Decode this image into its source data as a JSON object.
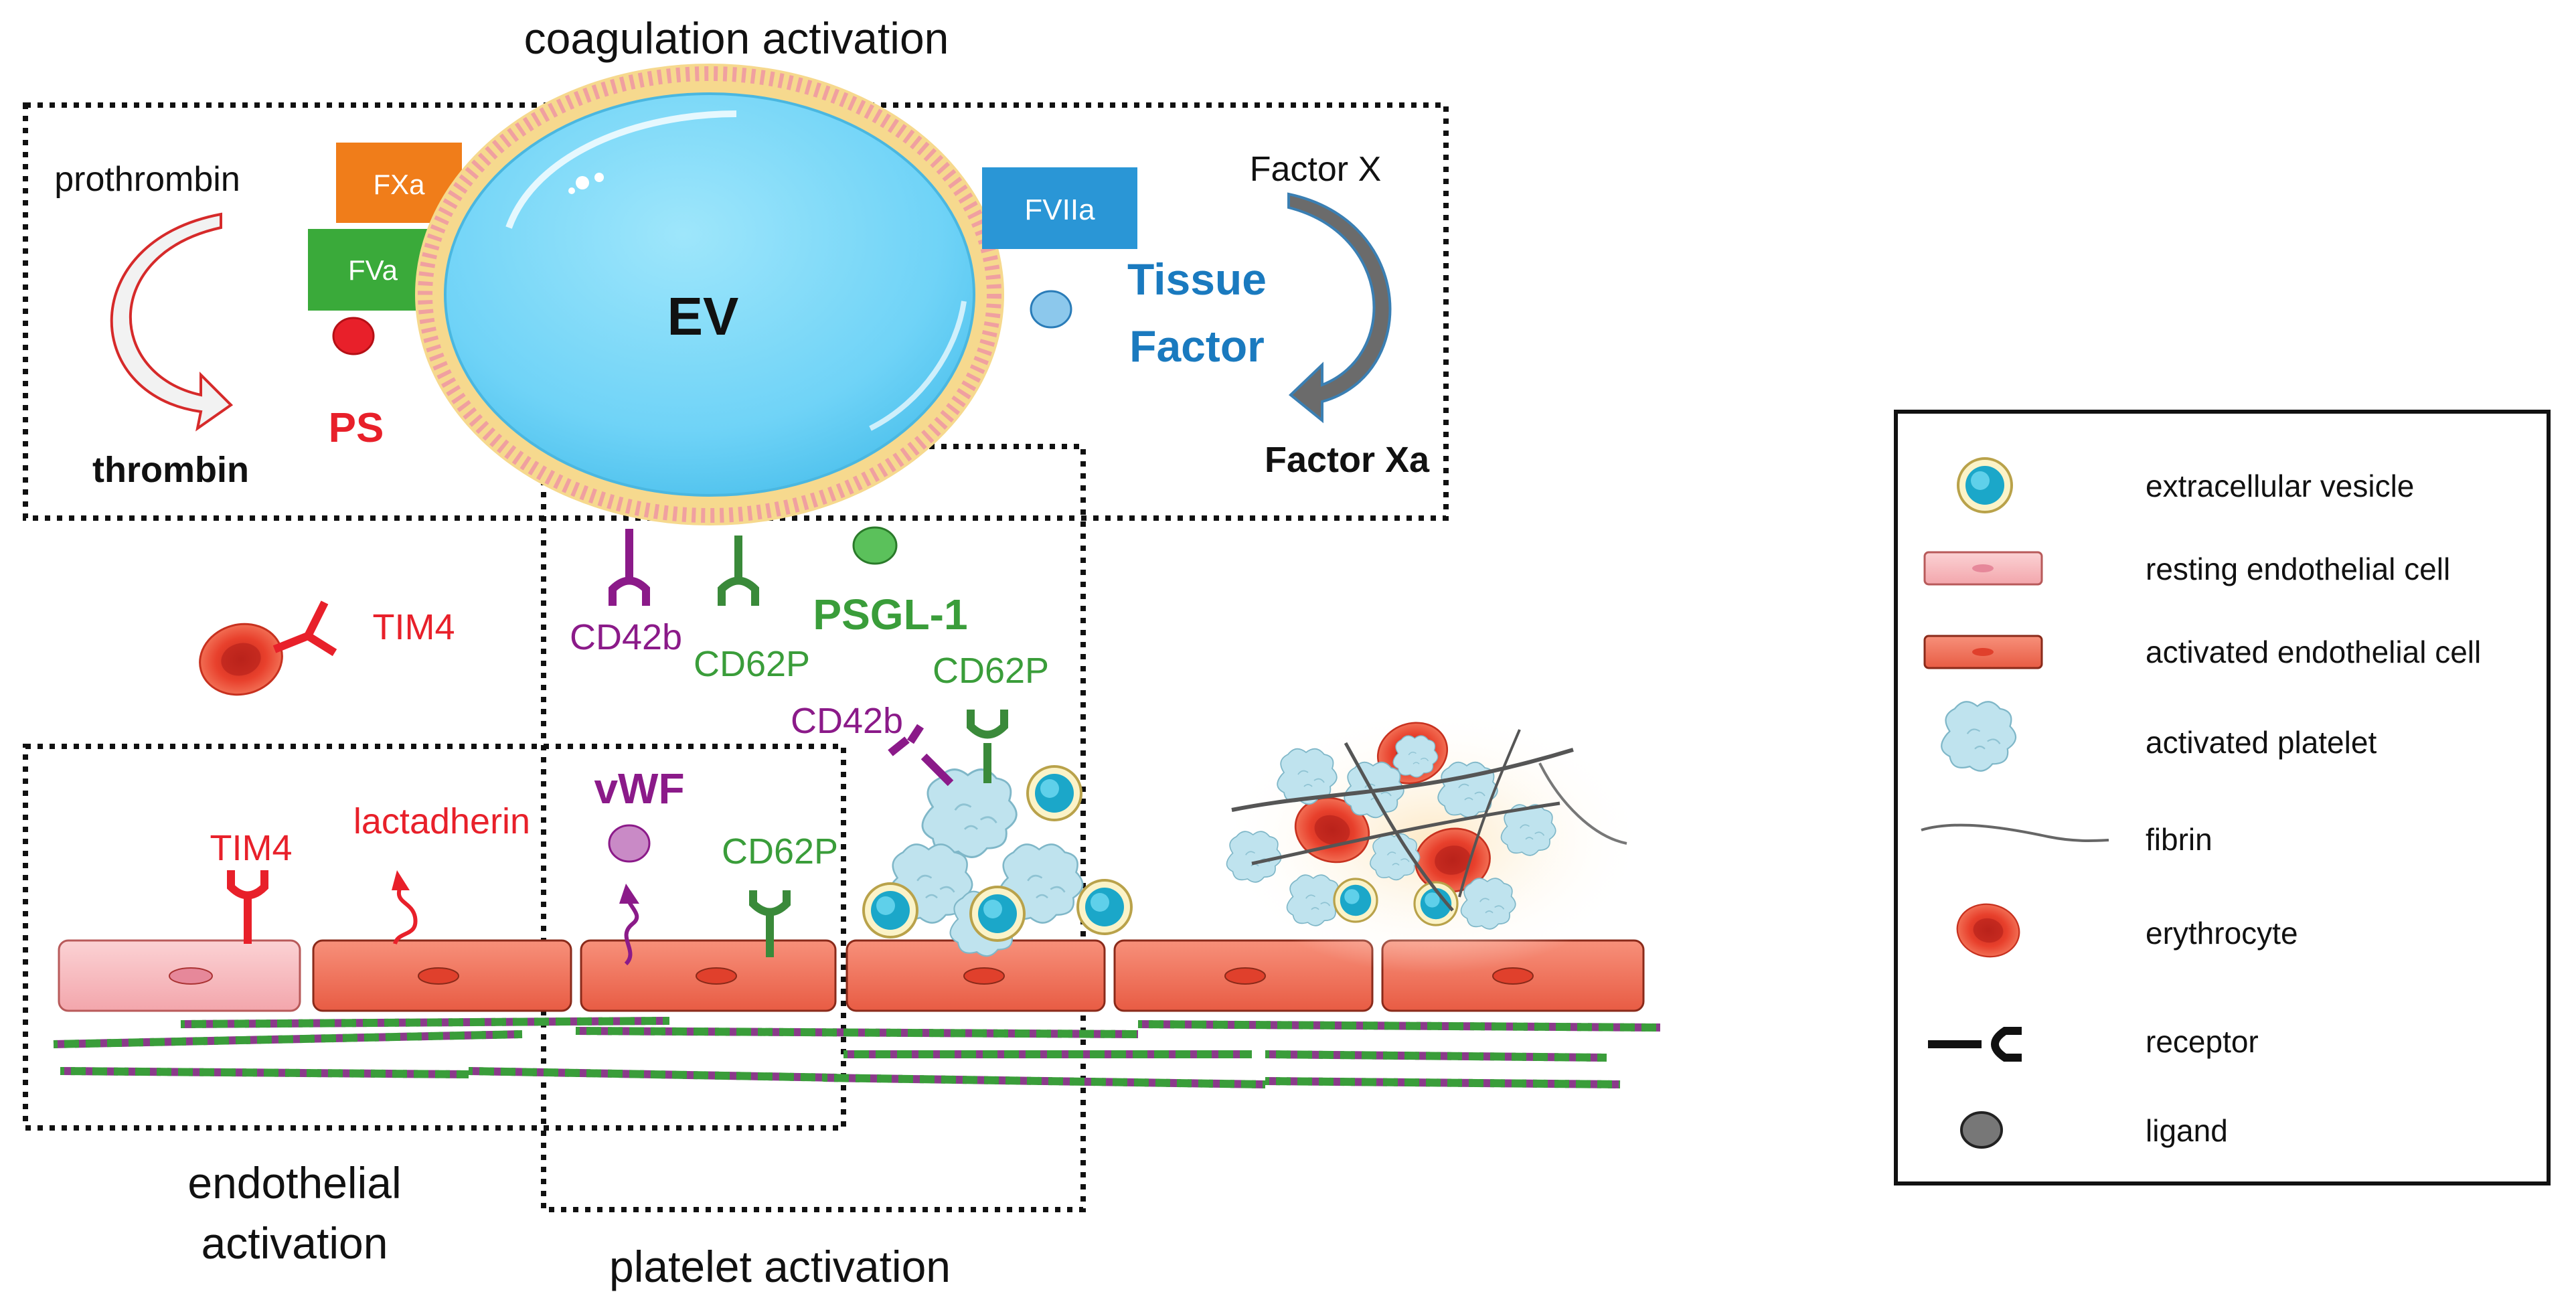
{
  "titles": {
    "coagulation": "coagulation activation",
    "endothelial_line1": "endothelial",
    "endothelial_line2": "activation",
    "platelet": "platelet activation"
  },
  "coagulation": {
    "prothrombin": "prothrombin",
    "thrombin": "thrombin",
    "fxa": "FXa",
    "fva": "FVa",
    "ps": "PS",
    "ev": "EV",
    "fviia": "FVIIa",
    "tissue_factor_line1": "Tissue",
    "tissue_factor_line2": "Factor",
    "factor_x": "Factor X",
    "factor_xa": "Factor Xa"
  },
  "receptors": {
    "cd42b_ev": "CD42b",
    "cd62p_ev": "CD62P",
    "psgl1": "PSGL-1",
    "tim4_rbc": "TIM4",
    "tim4_cell": "TIM4",
    "lactadherin": "lactadherin",
    "vwf": "vWF",
    "cd62p_cell": "CD62P",
    "cd42b_platelet": "CD42b",
    "cd62p_platelet": "CD62P"
  },
  "legend": {
    "items": [
      {
        "icon": "extracellular-vesicle-icon",
        "label": "extracellular vesicle"
      },
      {
        "icon": "resting-endothelial-cell-icon",
        "label": "resting endothelial cell"
      },
      {
        "icon": "activated-endothelial-cell-icon",
        "label": "activated endothelial cell"
      },
      {
        "icon": "activated-platelet-icon",
        "label": "activated platelet"
      },
      {
        "icon": "fibrin-icon",
        "label": "fibrin"
      },
      {
        "icon": "erythrocyte-icon",
        "label": "erythrocyte"
      },
      {
        "icon": "receptor-icon",
        "label": "receptor"
      },
      {
        "icon": "ligand-icon",
        "label": "ligand"
      }
    ]
  },
  "colors": {
    "red": "#e8202a",
    "purple": "#8b1a89",
    "green": "#3a9d3a",
    "blue": "#1a7abf",
    "ev_fill": "#6fd3f7",
    "fxa": "#f07d1a",
    "fva": "#3aaa3a",
    "fviia": "#2a96d6",
    "endothelial_active": "#f07a62",
    "endothelial_rest": "#f8bcc0",
    "platelet": "#bfe3ee"
  }
}
